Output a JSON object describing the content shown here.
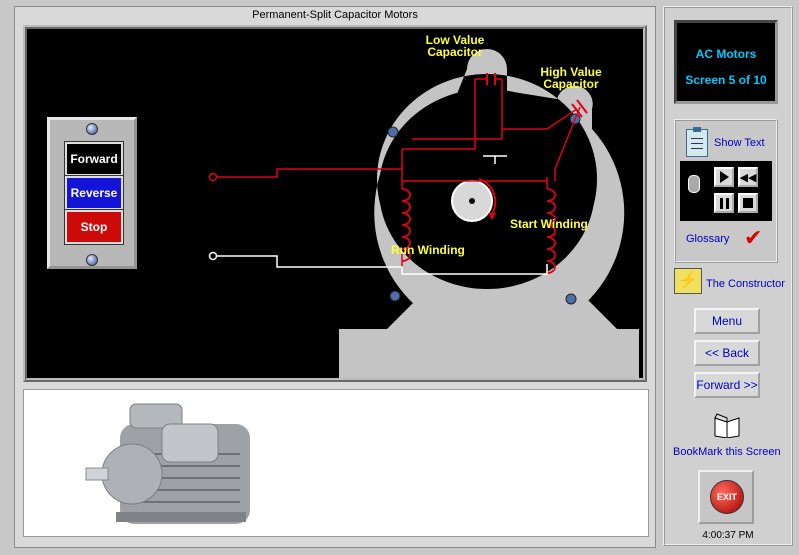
{
  "window": {
    "title": "Permanent-Split Capacitor Motors"
  },
  "controls": {
    "forward": "Forward",
    "reverse": "Reverse",
    "stop": "Stop"
  },
  "diagram_labels": {
    "low_value_capacitor_1": "Low Value",
    "low_value_capacitor_2": "Capacitor",
    "high_value_capacitor_1": "High Value",
    "high_value_capacitor_2": "Capacitor",
    "start_winding": "Start Winding",
    "run_winding": "Run Winding"
  },
  "info": {
    "title": "AC Motors",
    "screen": "Screen 5 of 10"
  },
  "sidebar": {
    "show_text": "Show Text",
    "glossary": "Glossary",
    "constructor": "The Constructor",
    "menu": "Menu",
    "back": "<< Back",
    "forward": "Forward >>",
    "bookmark": "BookMark this Screen",
    "exit": "EXIT",
    "clock": "4:00:37 PM"
  },
  "colors": {
    "wire_red": "#e0001a",
    "label_yellow": "#ffff40",
    "info_cyan": "#00c8ff",
    "link_blue": "#0000c0",
    "motor_gray": "#c4c4c4"
  },
  "icons": [
    "screw-icon",
    "clipboard-icon",
    "microphone-icon",
    "play-icon",
    "rewind-icon",
    "pause-icon",
    "stop-icon",
    "check-icon",
    "constructor-icon",
    "book-icon",
    "exit-icon"
  ]
}
